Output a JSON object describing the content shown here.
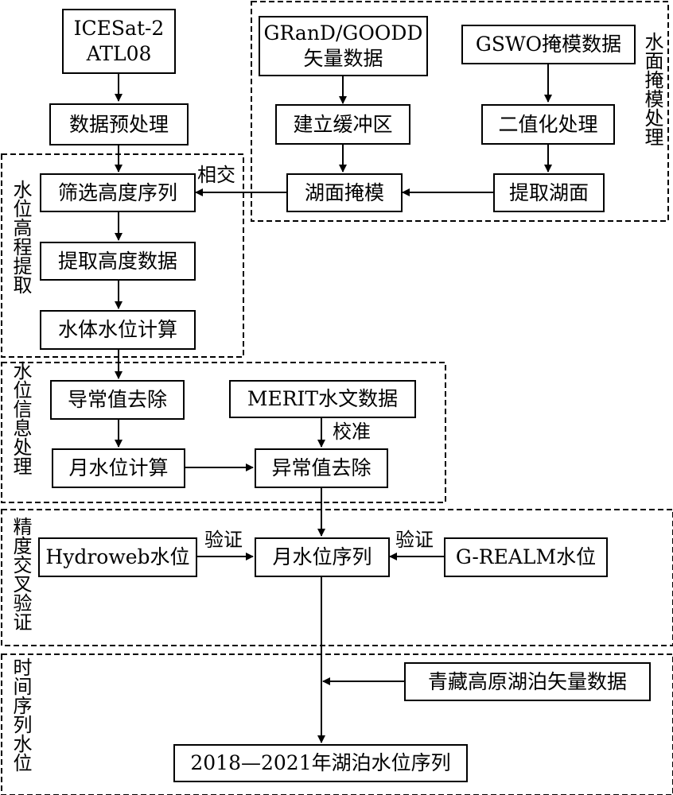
{
  "boxes": {
    "icesat": {
      "line1": "ICESat-2",
      "line2": "ATL08"
    },
    "preprocess": "数据预处理",
    "grand": {
      "line1": "GRanD/GOODD",
      "line2": "矢量数据"
    },
    "gswo": "GSWO掩模数据",
    "buffer": "建立缓冲区",
    "binarize": "二值化处理",
    "filter_height": "筛选高度序列",
    "lake_mask": "湖面掩模",
    "extract_lake": "提取湖面",
    "extract_height": "提取高度数据",
    "water_level_calc": "水体水位计算",
    "deriv_outlier": "导常值去除",
    "merit": "MERIT水文数据",
    "monthly_calc": "月水位计算",
    "outlier_removal": "异常值去除",
    "hydroweb": "Hydroweb水位",
    "monthly_series": "月水位序列",
    "grealm": "G-REALM水位",
    "tibet_vector": "青藏高原湖泊矢量数据",
    "final": "2018—2021年湖泊水位序列"
  },
  "edge_labels": {
    "intersect": "相交",
    "calibrate": "校准",
    "verify_left": "验证",
    "verify_right": "验证"
  },
  "groups": {
    "mask_processing": "水面掩模处理",
    "elevation_extraction": "水位高程提取",
    "info_processing": "水位信息处理",
    "cross_validation": "精度交叉验证",
    "time_series": "时间序列水位"
  }
}
